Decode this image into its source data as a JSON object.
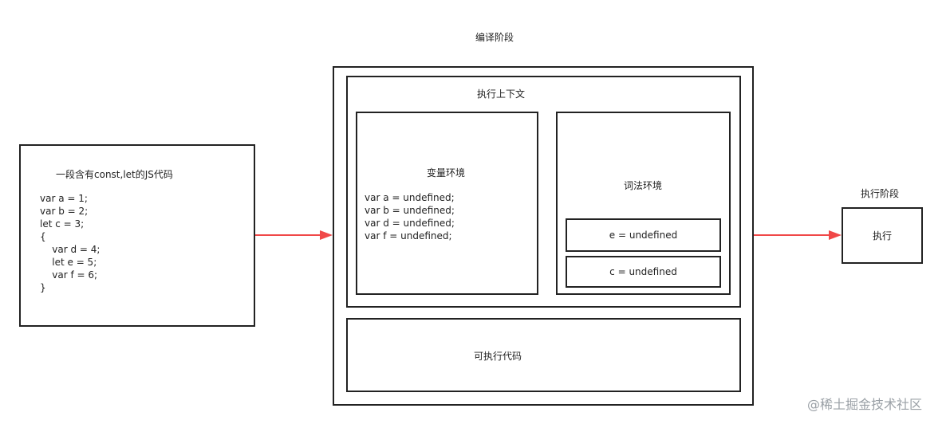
{
  "compile_phase": {
    "title": "编译阶段"
  },
  "exec_context": {
    "title": "执行上下文"
  },
  "variable_env": {
    "title": "变量环境",
    "lines": [
      "var a = undefined;",
      "var b = undefined;",
      "var d = undefined;",
      "var f = undefined;"
    ]
  },
  "lexical_env": {
    "title": "词法环境",
    "item_e": "e = undefined",
    "item_c": "c = undefined"
  },
  "executable_code": {
    "title": "可执行代码"
  },
  "source_code": {
    "title": "一段含有const,let的JS代码",
    "lines": [
      "var a = 1;",
      "var b = 2;",
      "let c = 3;",
      "{",
      "    var d = 4;",
      "    let e = 5;",
      "    var f = 6;",
      "}"
    ]
  },
  "exec_phase": {
    "title": "执行阶段",
    "box_label": "执行"
  },
  "watermark": "@稀土掘金技术社区",
  "colors": {
    "arrow": "#f04848",
    "border": "#222222"
  }
}
